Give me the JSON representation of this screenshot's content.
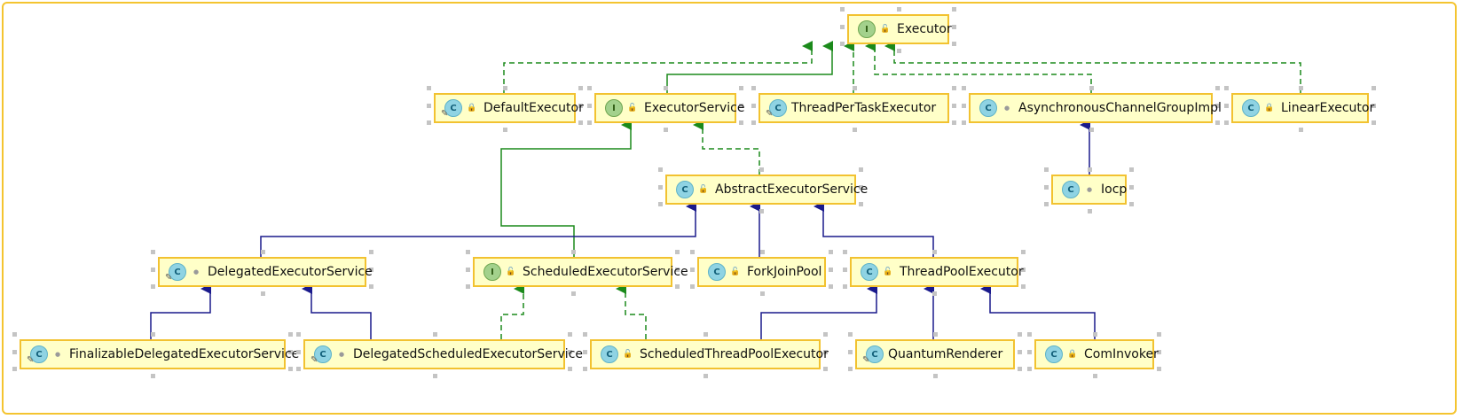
{
  "diagram": {
    "colors": {
      "frame": "#f4c430",
      "node_fill": "#ffffc8",
      "node_border": "#f2c230",
      "extends_edge": "#1a1a8c",
      "implements_edge": "#1b8a1b"
    },
    "nodes": [
      {
        "id": "executor",
        "label": "Executor",
        "kind": "I",
        "visibility": "public",
        "abstract": false
      },
      {
        "id": "default_executor",
        "label": "DefaultExecutor",
        "kind": "C",
        "visibility": "private",
        "abstract": true
      },
      {
        "id": "executor_service",
        "label": "ExecutorService",
        "kind": "I",
        "visibility": "public",
        "abstract": false
      },
      {
        "id": "thread_per_task",
        "label": "ThreadPerTaskExecutor",
        "kind": "C",
        "visibility": "none",
        "abstract": true
      },
      {
        "id": "async_channel_group",
        "label": "AsynchronousChannelGroupImpl",
        "kind": "C",
        "visibility": "package",
        "abstract": false
      },
      {
        "id": "linear_executor",
        "label": "LinearExecutor",
        "kind": "C",
        "visibility": "private",
        "abstract": false
      },
      {
        "id": "abstract_executor_service",
        "label": "AbstractExecutorService",
        "kind": "C",
        "visibility": "public",
        "abstract": false
      },
      {
        "id": "iocp",
        "label": "Iocp",
        "kind": "C",
        "visibility": "package",
        "abstract": false
      },
      {
        "id": "delegated_executor_service",
        "label": "DelegatedExecutorService",
        "kind": "C",
        "visibility": "package",
        "abstract": true
      },
      {
        "id": "scheduled_executor_service",
        "label": "ScheduledExecutorService",
        "kind": "I",
        "visibility": "public",
        "abstract": false
      },
      {
        "id": "fork_join_pool",
        "label": "ForkJoinPool",
        "kind": "C",
        "visibility": "public",
        "abstract": false
      },
      {
        "id": "thread_pool_executor",
        "label": "ThreadPoolExecutor",
        "kind": "C",
        "visibility": "public",
        "abstract": false
      },
      {
        "id": "finalizable_delegated",
        "label": "FinalizableDelegatedExecutorService",
        "kind": "C",
        "visibility": "package",
        "abstract": true
      },
      {
        "id": "delegated_scheduled",
        "label": "DelegatedScheduledExecutorService",
        "kind": "C",
        "visibility": "package",
        "abstract": true
      },
      {
        "id": "scheduled_thread_pool",
        "label": "ScheduledThreadPoolExecutor",
        "kind": "C",
        "visibility": "public",
        "abstract": false
      },
      {
        "id": "quantum_renderer",
        "label": "QuantumRenderer",
        "kind": "C",
        "visibility": "none",
        "abstract": true
      },
      {
        "id": "com_invoker",
        "label": "ComInvoker",
        "kind": "C",
        "visibility": "private",
        "abstract": false
      }
    ],
    "edges": [
      {
        "from": "default_executor",
        "to": "executor",
        "type": "implements"
      },
      {
        "from": "executor_service",
        "to": "executor",
        "type": "extends_interface"
      },
      {
        "from": "thread_per_task",
        "to": "executor",
        "type": "implements"
      },
      {
        "from": "async_channel_group",
        "to": "executor",
        "type": "implements"
      },
      {
        "from": "linear_executor",
        "to": "executor",
        "type": "implements"
      },
      {
        "from": "abstract_executor_service",
        "to": "executor_service",
        "type": "implements"
      },
      {
        "from": "iocp",
        "to": "async_channel_group",
        "type": "extends"
      },
      {
        "from": "scheduled_executor_service",
        "to": "executor_service",
        "type": "extends_interface"
      },
      {
        "from": "delegated_executor_service",
        "to": "abstract_executor_service",
        "type": "extends"
      },
      {
        "from": "fork_join_pool",
        "to": "abstract_executor_service",
        "type": "extends"
      },
      {
        "from": "thread_pool_executor",
        "to": "abstract_executor_service",
        "type": "extends"
      },
      {
        "from": "finalizable_delegated",
        "to": "delegated_executor_service",
        "type": "extends"
      },
      {
        "from": "delegated_scheduled",
        "to": "delegated_executor_service",
        "type": "extends"
      },
      {
        "from": "delegated_scheduled",
        "to": "scheduled_executor_service",
        "type": "implements"
      },
      {
        "from": "scheduled_thread_pool",
        "to": "scheduled_executor_service",
        "type": "implements"
      },
      {
        "from": "scheduled_thread_pool",
        "to": "thread_pool_executor",
        "type": "extends"
      },
      {
        "from": "quantum_renderer",
        "to": "thread_pool_executor",
        "type": "extends"
      },
      {
        "from": "com_invoker",
        "to": "thread_pool_executor",
        "type": "extends"
      }
    ]
  }
}
